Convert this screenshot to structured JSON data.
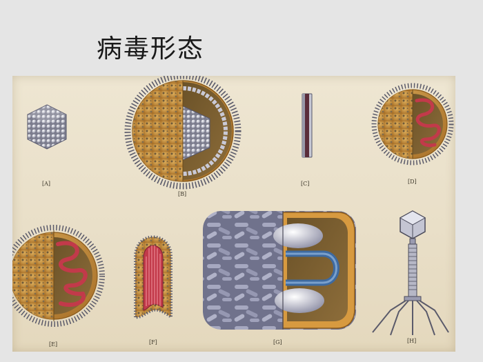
{
  "slide": {
    "title": "病毒形态"
  },
  "figure": {
    "labels": {
      "a": "[A]",
      "b": "[B]",
      "c": "[C]",
      "d": "[D]",
      "e": "[E]",
      "f": "[F]",
      "g": "[G]",
      "h": "[H]"
    }
  },
  "colors": {
    "envelope": "#c9903c",
    "capsid": "#b7b8c4",
    "nucleic_acid": "#c23a4a",
    "slide_bg": "#e5e5e5",
    "plate_bg": "#eee6d2"
  }
}
